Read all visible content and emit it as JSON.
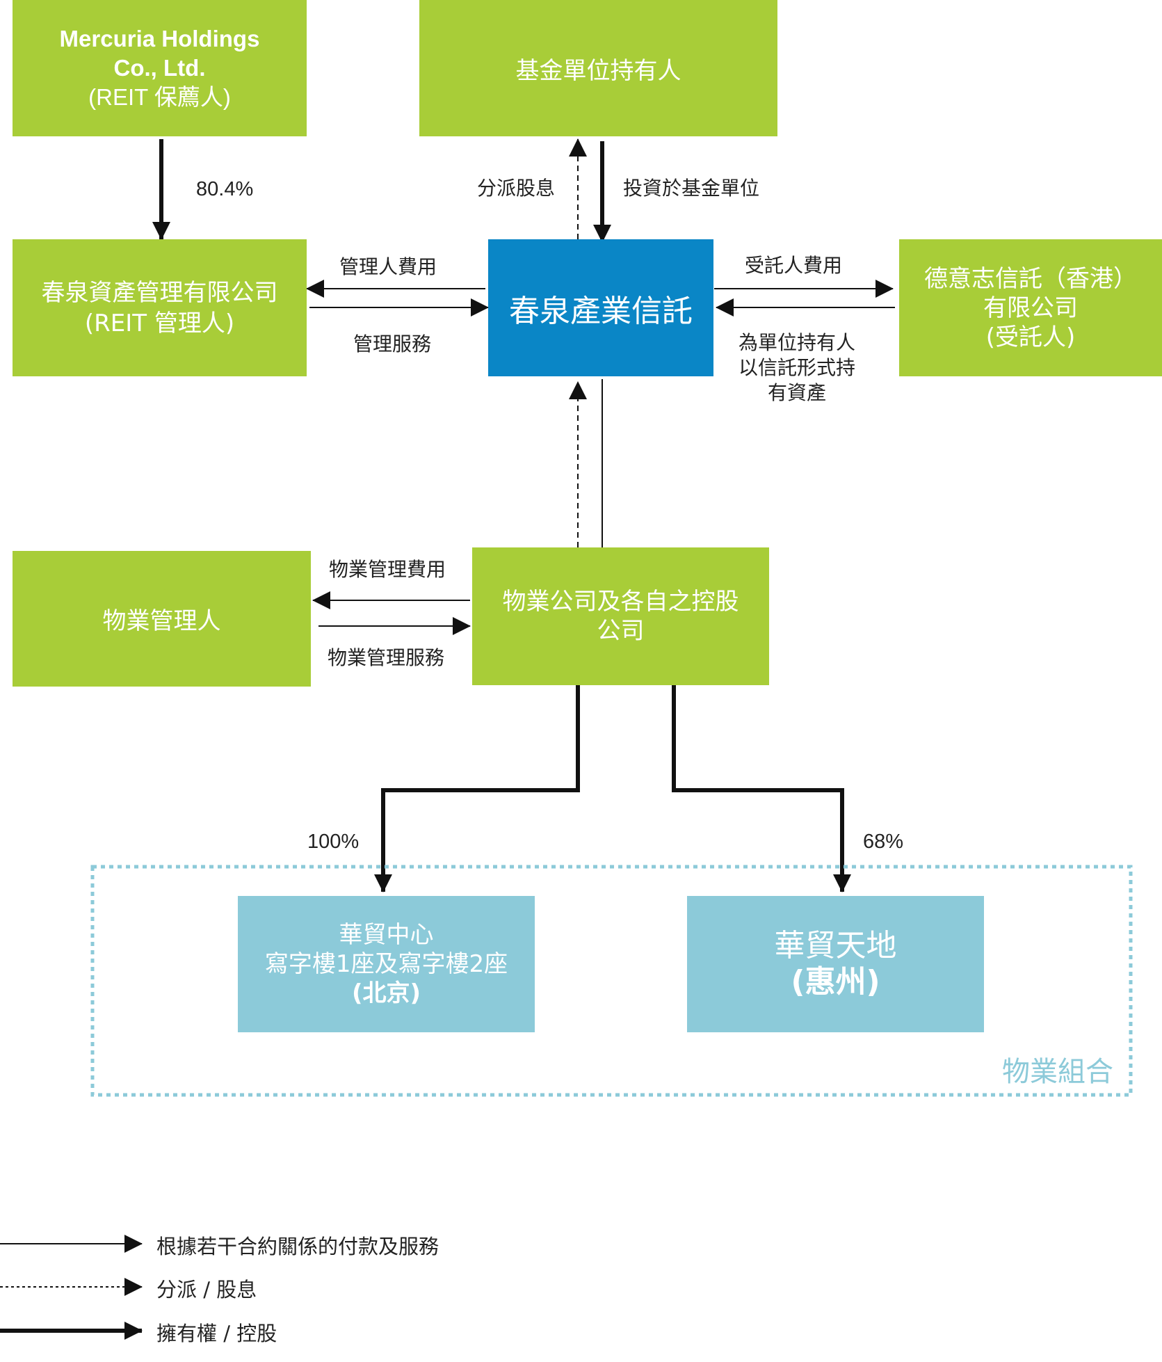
{
  "entities": {
    "sponsor": {
      "line1": "Mercuria Holdings",
      "line2": "Co., Ltd.",
      "line3": "(REIT 保薦人)"
    },
    "unitholders": {
      "label": "基金單位持有人"
    },
    "manager": {
      "line1": "春泉資產管理有限公司",
      "line2": "(REIT 管理人)"
    },
    "trust": {
      "label": "春泉產業信託"
    },
    "trustee": {
      "line1": "德意志信託（香港）",
      "line2": "有限公司",
      "line3": "(受託人)"
    },
    "property_manager": {
      "label": "物業管理人"
    },
    "property_companies": {
      "line1": "物業公司及各自之控股",
      "line2": "公司"
    },
    "huamao_centre": {
      "line1": "華貿中心",
      "line2": "寫字樓1座及寫字樓2座",
      "line3": "(北京)"
    },
    "huamao_place": {
      "line1": "華貿天地",
      "line2": "(惠州)"
    }
  },
  "relations": {
    "sponsor_stake": "80.4%",
    "distributions": "分派股息",
    "invest_units": "投資於基金單位",
    "manager_fee": "管理人費用",
    "management_services": "管理服務",
    "trustee_fee": "受託人費用",
    "hold_assets": {
      "line1": "為單位持有人",
      "line2": "以信託形式持",
      "line3": "有資產"
    },
    "pm_fee": "物業管理費用",
    "pm_services": "物業管理服務",
    "stake_centre": "100%",
    "stake_place": "68%"
  },
  "portfolio_label": "物業組合",
  "legend": [
    {
      "style": "thin-solid",
      "label": "根據若干合約關係的付款及服務"
    },
    {
      "style": "dashed",
      "label": "分派 / 股息"
    },
    {
      "style": "thick-solid",
      "label": "擁有權 / 控股"
    }
  ],
  "colors": {
    "green": "#a8cd38",
    "blue": "#0a86c6",
    "teal": "#8ccad9",
    "line": "#111111"
  }
}
